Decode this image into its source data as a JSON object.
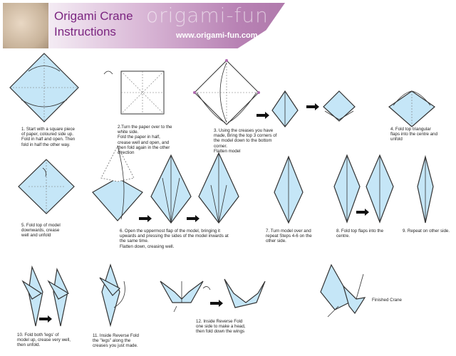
{
  "header": {
    "title_line1": "Origami Crane",
    "title_line2": "Instructions",
    "brand": "origami-fun",
    "url": "www.origami-fun.com"
  },
  "steps": [
    "1. Start with a square piece of paper, coloured side up.\nFold in half and open. Then fold in half the other way.",
    "2.Turn the paper over to the white side.\nFold the paper in half, crease well  and open,  and then fold again in the other direction",
    "3.  Using the creases you have made, Bring the top 3 corners of the model down to the bottom corner.\nFlatten model",
    "4. Fold top triangular flaps into the centre and unfold",
    "5. Fold top of model downwards, crease well and unfold",
    "6. Open the uppermost flap of the model, bringing it upwards and pressing the sides of the model inwards at the same time.\nFlatten down, creasing well.",
    "7. Turn model over and repeat Steps 4-6 on the other side.",
    "8.  Fold top flaps into the centre.",
    "9. Repeat on other side.",
    "10. Fold both 'legs' of model up, crease very well, then unfold.",
    "11. Inside Reverse Fold the \"legs\" along the creases you just made.",
    "12. Inside Reverse Fold one side to make a head, then fold down the wings",
    "Finished Crane"
  ],
  "colors": {
    "paper": "#c5e6f7",
    "title": "#7b2580",
    "banner": "#b882b4"
  }
}
